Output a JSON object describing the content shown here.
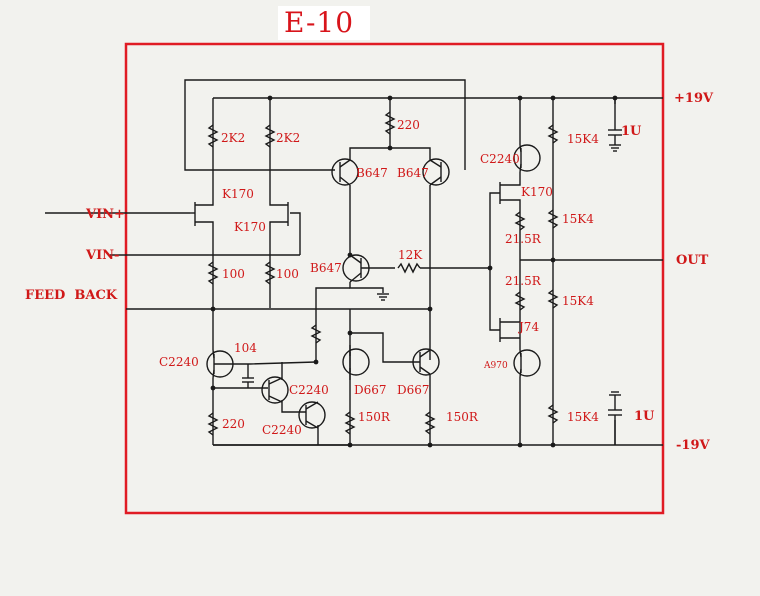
{
  "title": "E-10",
  "colors": {
    "border": "#e01b24",
    "label": "#d01818",
    "wire": "#1a1a1a"
  },
  "rails": {
    "pos": "+19V",
    "neg": "-19V",
    "out": "OUT"
  },
  "inputs": {
    "vin_plus": "VIN+",
    "vin_minus": "VIN-",
    "feedback": "FEED  BACK"
  },
  "resistors": {
    "r_2k2_left": "2K2",
    "r_2k2_right": "2K2",
    "r_220_top": "220",
    "r_100_left": "100",
    "r_100_right": "100",
    "r_12k": "12K",
    "r_220_bottom": "220",
    "r_150_left": "150R",
    "r_150_right": "150R",
    "r_215_top": "21.5R",
    "r_215_bottom": "21.5R",
    "r_15k4_1": "15K4",
    "r_15k4_2": "15K4",
    "r_15k4_3": "15K4",
    "r_15k4_4": "15K4"
  },
  "capacitors": {
    "c_104": "104",
    "c_1u_top": "1U",
    "c_1u_bottom": "1U"
  },
  "transistors": {
    "k170_left": "K170",
    "k170_right": "K170",
    "b647_left": "B647",
    "b647_right": "B647",
    "b647_mid": "B647",
    "c2240_left": "C2240",
    "c2240_mid": "C2240",
    "c2240_bottom": "C2240",
    "d667_left": "D667",
    "d667_right": "D667",
    "c2240_out": "C2240",
    "k170_out": "K170",
    "j74": "J74",
    "a970": "A970"
  }
}
